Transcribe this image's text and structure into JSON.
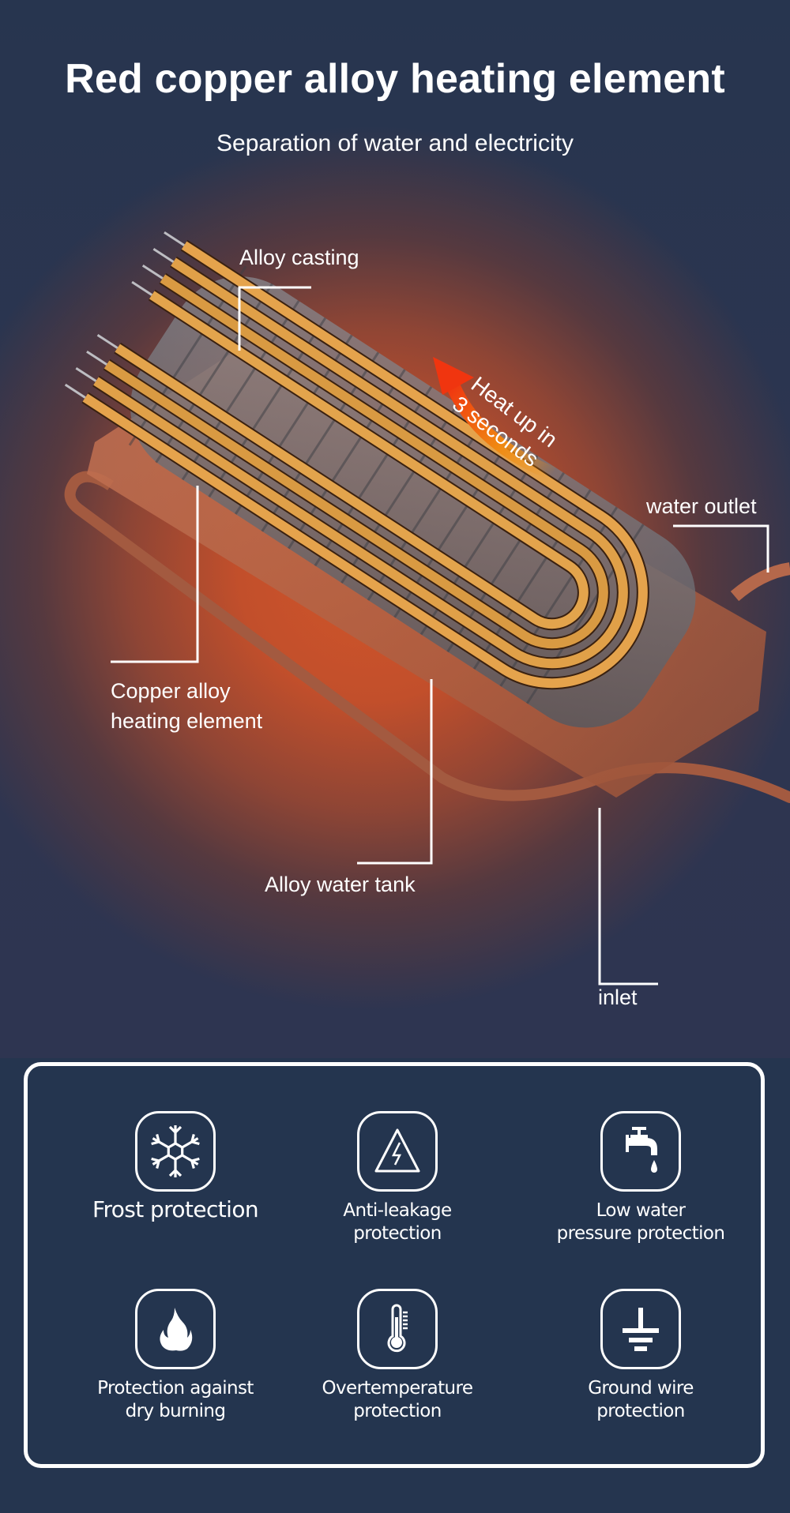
{
  "header": {
    "title": "Red copper alloy heating element",
    "subtitle": "Separation of water and electricity"
  },
  "diagram": {
    "heat_callout": {
      "line1": "Heat up in",
      "line2": "3 seconds",
      "arrow_colors": [
        "#f03c10",
        "#f0900f"
      ]
    },
    "callouts": {
      "alloy_casting": "Alloy casting",
      "water_outlet": "water outlet",
      "heating_element_line1": "Copper alloy",
      "heating_element_line2": "heating element",
      "water_tank": "Alloy water tank",
      "inlet": "inlet"
    }
  },
  "features": [
    {
      "icon": "snowflake-icon",
      "label_lines": [
        "Frost protection"
      ]
    },
    {
      "icon": "electric-warning-icon",
      "label_lines": [
        "Anti-leakage",
        "protection"
      ]
    },
    {
      "icon": "water-tap-icon",
      "label_lines": [
        "Low water",
        "pressure protection"
      ]
    },
    {
      "icon": "flame-icon",
      "label_lines": [
        "Protection against",
        "dry burning"
      ]
    },
    {
      "icon": "thermometer-icon",
      "label_lines": [
        "Overtemperature",
        "protection"
      ]
    },
    {
      "icon": "ground-icon",
      "label_lines": [
        "Ground wire",
        "protection"
      ]
    }
  ],
  "colors": {
    "background": "#25354f",
    "panel": "#24354f",
    "glow": "#d0552a",
    "copper": "#e0a048"
  }
}
